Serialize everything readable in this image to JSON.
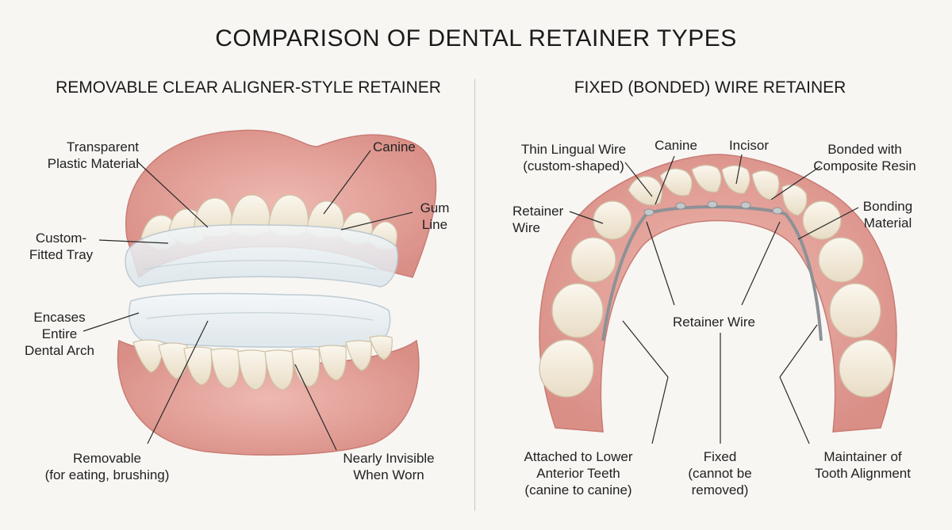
{
  "title": "COMPARISON OF DENTAL RETAINER TYPES",
  "left_panel": {
    "heading": "REMOVABLE CLEAR ALIGNER-STYLE RETAINER",
    "labels": {
      "transparent": "Transparent\nPlastic Material",
      "canine": "Canine",
      "gum_line": "Gum\nLine",
      "custom_fitted": "Custom-\nFitted Tray",
      "encases": "Encases\nEntire\nDental Arch",
      "removable": "Removable\n(for eating, brushing)",
      "invisible": "Nearly Invisible\nWhen Worn"
    }
  },
  "right_panel": {
    "heading": "FIXED (BONDED) WIRE RETAINER",
    "labels": {
      "lingual_wire": "Thin Lingual Wire\n(custom-shaped)",
      "canine": "Canine",
      "incisor": "Incisor",
      "bonded": "Bonded with\nComposite Resin",
      "retainer_wire_left": "Retainer\nWire",
      "bonding_material": "Bonding\nMaterial",
      "retainer_wire_center": "Retainer Wire",
      "attached": "Attached to Lower\nAnterior Teeth\n(canine to canine)",
      "fixed": "Fixed\n(cannot be\nremoved)",
      "maintainer": "Maintainer of\nTooth Alignment"
    }
  },
  "colors": {
    "gum": "#e4a19a",
    "gum_dark": "#c97c74",
    "tooth": "#f5efe2",
    "tooth_shadow": "#ddd2bd",
    "tray": "#e6eef2",
    "wire": "#8d9196",
    "line": "#2a2a2a"
  }
}
